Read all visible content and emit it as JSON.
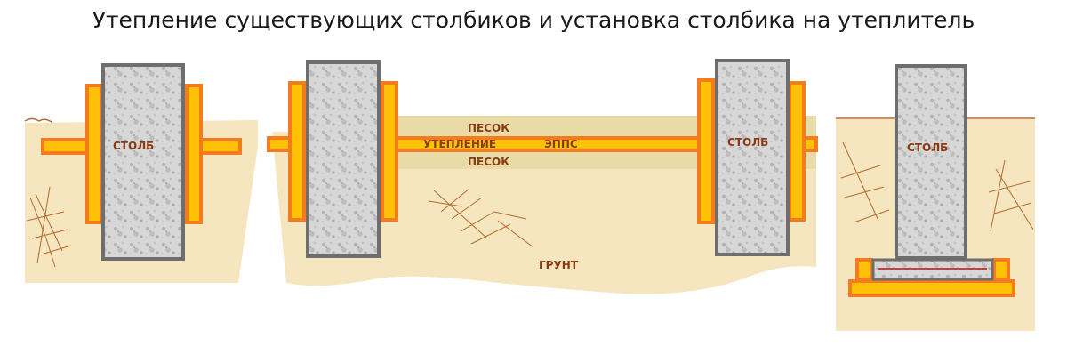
{
  "title": "Утепление существующих столбиков и установка столбика на утеплитель",
  "labels": {
    "post_left": "СТОЛБ",
    "post_middle_right": "СТОЛБ",
    "post_right": "СТОЛБ",
    "sand_top": "ПЕСОК",
    "sand_bottom": "ПЕСОК",
    "insulation": "УТЕПЛЕНИЕ",
    "epps": "ЭППС",
    "soil": "ГРУНТ"
  },
  "colors": {
    "soil": "#f5e6c0",
    "sand": "#e9dba8",
    "insulation_fill": "#ffc107",
    "insulation_border": "#f47c1c",
    "concrete": "#d9d9d9",
    "post_border": "#6e6e6e",
    "rebar": "#d43a3a",
    "crack": "#b36b2e"
  }
}
